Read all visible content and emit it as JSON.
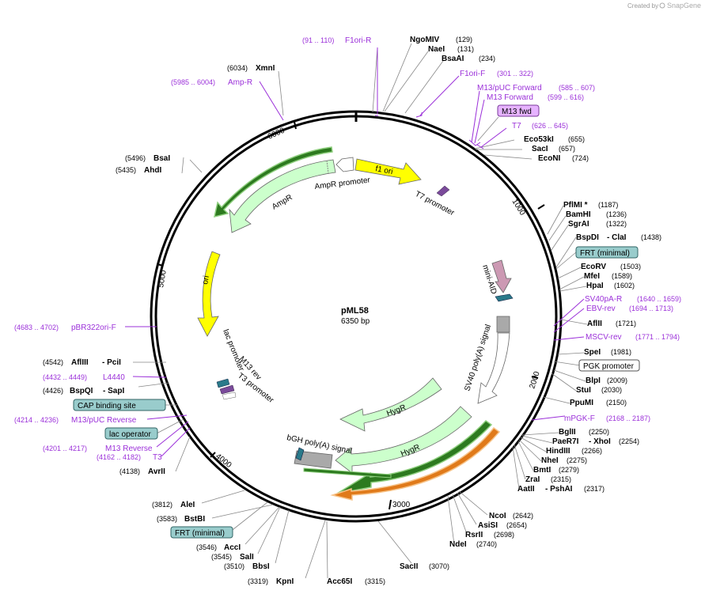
{
  "credit": {
    "created_by": "Created by",
    "brand": "SnapGene"
  },
  "plasmid": {
    "name": "pML58",
    "size": "6350 bp"
  },
  "ticks": [
    {
      "label": "1000"
    },
    {
      "label": "2000"
    },
    {
      "label": "3000"
    },
    {
      "label": "4000"
    },
    {
      "label": "5000"
    },
    {
      "label": "6000"
    }
  ],
  "features": [
    {
      "name": "f1 ori"
    },
    {
      "name": "AmpR promoter"
    },
    {
      "name": "AmpR"
    },
    {
      "name": "T7 promoter"
    },
    {
      "name": "ori"
    },
    {
      "name": "mini-AID"
    },
    {
      "name": "SV40 poly(A) signal"
    },
    {
      "name": "lac promoter"
    },
    {
      "name": "M13 rev"
    },
    {
      "name": "T3 promoter"
    },
    {
      "name": "HygR"
    },
    {
      "name": "HygR"
    },
    {
      "name": "bGH poly(A) signal"
    }
  ],
  "sites": [
    {
      "name": "NgoMIV",
      "pos": "(129)"
    },
    {
      "name": "NaeI",
      "pos": "(131)"
    },
    {
      "name": "BsaAI",
      "pos": "(234)"
    },
    {
      "name": "Eco53kI",
      "pos": "(655)"
    },
    {
      "name": "SacI",
      "pos": "(657)"
    },
    {
      "name": "EcoNI",
      "pos": "(724)"
    },
    {
      "name": "PflMI *",
      "pos": "(1187)"
    },
    {
      "name": "BamHI",
      "pos": "(1236)"
    },
    {
      "name": "SgrAI",
      "pos": "(1322)"
    },
    {
      "name": "BspDI",
      "pos": "(1438)"
    },
    {
      "name": "- ClaI",
      "pos": ""
    },
    {
      "name": "EcoRV",
      "pos": "(1503)"
    },
    {
      "name": "MfeI",
      "pos": "(1589)"
    },
    {
      "name": "HpaI",
      "pos": "(1602)"
    },
    {
      "name": "AflII",
      "pos": "(1721)"
    },
    {
      "name": "SpeI",
      "pos": "(1981)"
    },
    {
      "name": "BlpI",
      "pos": "(2009)"
    },
    {
      "name": "StuI",
      "pos": "(2030)"
    },
    {
      "name": "PpuMI",
      "pos": "(2150)"
    },
    {
      "name": "BglII",
      "pos": "(2250)"
    },
    {
      "name": "PaeR7I",
      "pos": ""
    },
    {
      "name": "- XhoI",
      "pos": "(2254)"
    },
    {
      "name": "HindIII",
      "pos": "(2266)"
    },
    {
      "name": "NheI",
      "pos": "(2275)"
    },
    {
      "name": "BmtI",
      "pos": "(2279)"
    },
    {
      "name": "ZraI",
      "pos": "(2315)"
    },
    {
      "name": "AatII",
      "pos": ""
    },
    {
      "name": "- PshAI",
      "pos": "(2317)"
    },
    {
      "name": "NcoI",
      "pos": "(2642)"
    },
    {
      "name": "AsiSI",
      "pos": "(2654)"
    },
    {
      "name": "RsrII",
      "pos": "(2698)"
    },
    {
      "name": "NdeI",
      "pos": "(2740)"
    },
    {
      "name": "SacII",
      "pos": "(3070)"
    },
    {
      "name": "Acc65I",
      "pos": "(3315)"
    },
    {
      "name": "KpnI",
      "pos": "(3319)"
    },
    {
      "name": "BbsI",
      "pos": "(3510)"
    },
    {
      "name": "SalI",
      "pos": "(3545)"
    },
    {
      "name": "AccI",
      "pos": "(3546)"
    },
    {
      "name": "BstBI",
      "pos": "(3583)"
    },
    {
      "name": "AleI",
      "pos": "(3812)"
    },
    {
      "name": "AvrII",
      "pos": "(4138)"
    },
    {
      "name": "BspQI",
      "pos": "(4426)"
    },
    {
      "name": "- SapI",
      "pos": ""
    },
    {
      "name": "AflIII",
      "pos": "(4542)"
    },
    {
      "name": "- PciI",
      "pos": ""
    },
    {
      "name": "AhdI",
      "pos": "(5435)"
    },
    {
      "name": "BsaI",
      "pos": "(5496)"
    },
    {
      "name": "XmnI",
      "pos": "(6034)"
    }
  ],
  "primers": [
    {
      "name": "F1ori-R",
      "pos": "(91 .. 110)"
    },
    {
      "name": "F1ori-F",
      "pos": "(301 .. 322)"
    },
    {
      "name": "M13/pUC Forward",
      "pos": "(585 .. 607)"
    },
    {
      "name": "M13 Forward",
      "pos": "(599 .. 616)"
    },
    {
      "name": "T7",
      "pos": "(626 .. 645)"
    },
    {
      "name": "SV40pA-R",
      "pos": "(1640 .. 1659)"
    },
    {
      "name": "EBV-rev",
      "pos": "(1694 .. 1713)"
    },
    {
      "name": "MSCV-rev",
      "pos": "(1771 .. 1794)"
    },
    {
      "name": "mPGK-F",
      "pos": "(2168 .. 2187)"
    },
    {
      "name": "pBR322ori-F",
      "pos": "(4683 .. 4702)"
    },
    {
      "name": "L4440",
      "pos": "(4432 .. 4449)"
    },
    {
      "name": "M13/pUC Reverse",
      "pos": "(4214 .. 4236)"
    },
    {
      "name": "M13 Reverse",
      "pos": "(4201 .. 4217)"
    },
    {
      "name": "T3",
      "pos": "(4162 .. 4182)"
    },
    {
      "name": "Amp-R",
      "pos": "(5985 .. 6004)"
    }
  ],
  "boxes": [
    {
      "name": "M13 fwd"
    },
    {
      "name": "FRT (minimal)"
    },
    {
      "name": "PGK promoter"
    },
    {
      "name": "CAP binding site"
    },
    {
      "name": "lac operator"
    },
    {
      "name": "FRT (minimal)"
    }
  ],
  "colors": {
    "primer": "#9b30d9",
    "ori_yellow": "#ffff00",
    "amp_green": "#ccffcc",
    "promoter_white": "#ffffff",
    "polyA_gray": "#a9a9a9",
    "mini_aid": "#cc99b3",
    "frt_teal": "#99cccc",
    "orf_dark_green": "#2d7a1f",
    "orf_orange": "#e07a1a"
  }
}
